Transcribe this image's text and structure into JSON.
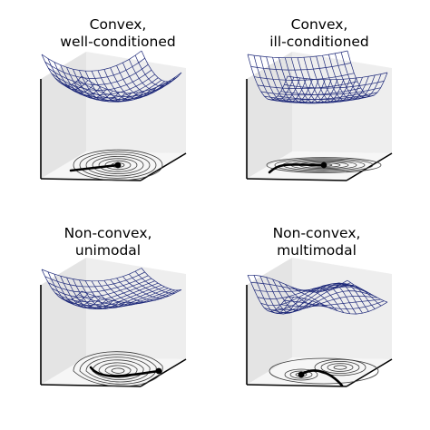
{
  "colors": {
    "mesh": "#1f2a7a",
    "contour": "#3a3a3a",
    "path": "#000000",
    "pane_left": "#e4e4e4",
    "pane_back": "#eeeeee",
    "pane_floor": "#f6f6f6",
    "axis": "#000000"
  },
  "panels": [
    {
      "title_line1": "Convex,",
      "title_line2": "well-conditioned",
      "surface": "bowl",
      "contours": "ellipses",
      "path": "straight",
      "icon": "convex-well-conditioned-plot"
    },
    {
      "title_line1": "Convex,",
      "title_line2": "ill-conditioned",
      "surface": "valley",
      "contours": "elongated",
      "path": "bent",
      "icon": "convex-ill-conditioned-plot"
    },
    {
      "title_line1": "Non-convex,",
      "title_line2": "unimodal",
      "surface": "wavy-bowl",
      "contours": "distorted",
      "path": "curved",
      "icon": "non-convex-unimodal-plot"
    },
    {
      "title_line1": "Non-convex,",
      "title_line2": "multimodal",
      "surface": "multi-bump",
      "contours": "multi-centre",
      "path": "local",
      "icon": "non-convex-multimodal-plot"
    }
  ]
}
